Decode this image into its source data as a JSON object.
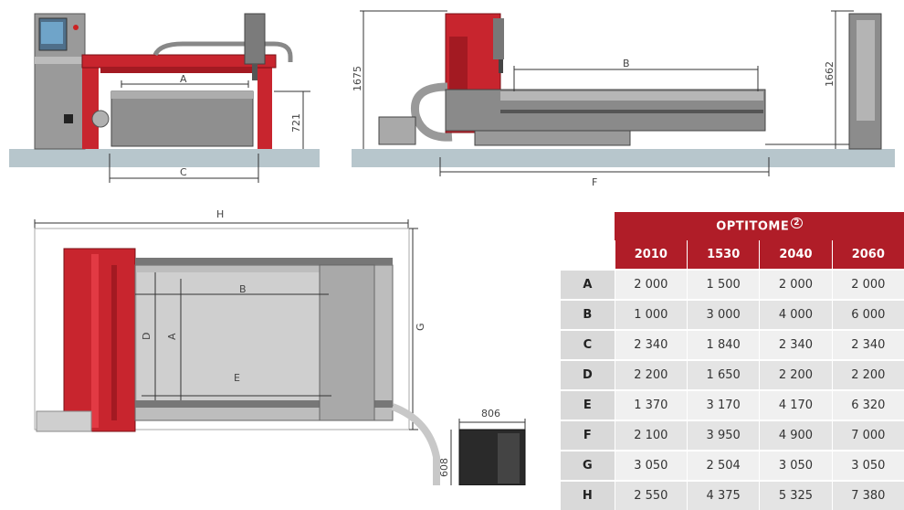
{
  "dimensions": {
    "a_front": "A",
    "c_front": "C",
    "h_721": "721",
    "h_1675": "1675",
    "b_side": "B",
    "h_1662": "1662",
    "f_side": "F",
    "h_top": "H",
    "b_top": "B",
    "d_top": "D",
    "a_top": "A",
    "e_top": "E",
    "g_top": "G",
    "w_806": "806",
    "h_608": "608"
  },
  "table": {
    "title": "OPTITOME",
    "footnote_mark": "2",
    "models": [
      "2010",
      "1530",
      "2040",
      "2060"
    ],
    "rows": [
      {
        "key": "A",
        "values": [
          "2 000",
          "1 500",
          "2 000",
          "2 000"
        ]
      },
      {
        "key": "B",
        "values": [
          "1 000",
          "3 000",
          "4 000",
          "6 000"
        ]
      },
      {
        "key": "C",
        "values": [
          "2 340",
          "1 840",
          "2 340",
          "2 340"
        ]
      },
      {
        "key": "D",
        "values": [
          "2 200",
          "1 650",
          "2 200",
          "2 200"
        ]
      },
      {
        "key": "E",
        "values": [
          "1 370",
          "3 170",
          "4 170",
          "6 320"
        ]
      },
      {
        "key": "F",
        "values": [
          "2 100",
          "3 950",
          "4 900",
          "7 000"
        ]
      },
      {
        "key": "G",
        "values": [
          "3 050",
          "2 504",
          "3 050",
          "3 050"
        ]
      },
      {
        "key": "H",
        "values": [
          "2 550",
          "4 375",
          "5 325",
          "7 380"
        ]
      }
    ]
  }
}
